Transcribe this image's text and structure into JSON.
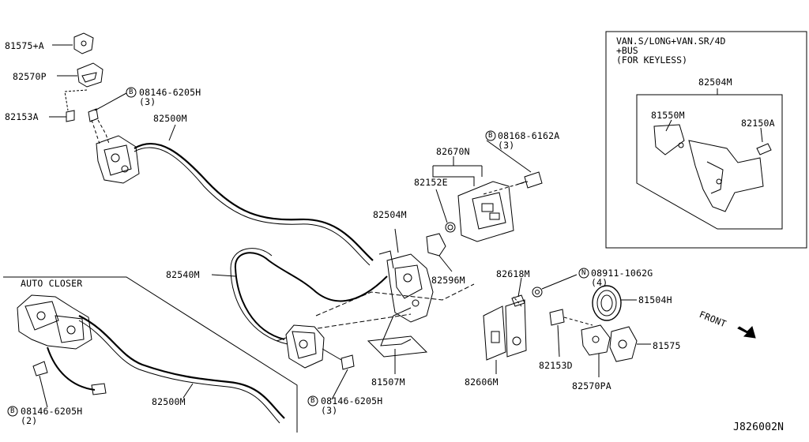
{
  "diagram_id": "J826002N",
  "inset": {
    "line1": "VAN.S/LONG+VAN.SR/4D",
    "line2": "+BUS",
    "line3": "(FOR KEYLESS)",
    "part_main": "82504M",
    "part_a": "81550M",
    "part_b": "82150A"
  },
  "section_auto_closer": "AUTO CLOSER",
  "front_label": "FRONT",
  "parts": {
    "p81575A": "81575+A",
    "p82570P": "82570P",
    "p82153A": "82153A",
    "bolt1_sym": "B",
    "bolt1_num": "08146-6205H",
    "bolt1_qty": "(3)",
    "p82500M_top": "82500M",
    "bolt2_sym": "B",
    "bolt2_num": "08168-6162A",
    "bolt2_qty": "(3)",
    "p82670N": "82670N",
    "p82152E": "82152E",
    "p82504M": "82504M",
    "p82596M": "82596M",
    "p82540M": "82540M",
    "p82618M": "82618M",
    "nut_sym": "N",
    "nut_num": "08911-1062G",
    "nut_qty": "(4)",
    "p81504H": "81504H",
    "p81575": "81575",
    "p82153D": "82153D",
    "p82570PA": "82570PA",
    "p82606M": "82606M",
    "p81507M": "81507M",
    "bolt3_sym": "B",
    "bolt3_num": "08146-6205H",
    "bolt3_qty": "(3)",
    "p82500M_bot": "82500M",
    "bolt4_sym": "B",
    "bolt4_num": "08146-6205H",
    "bolt4_qty": "(2)"
  }
}
